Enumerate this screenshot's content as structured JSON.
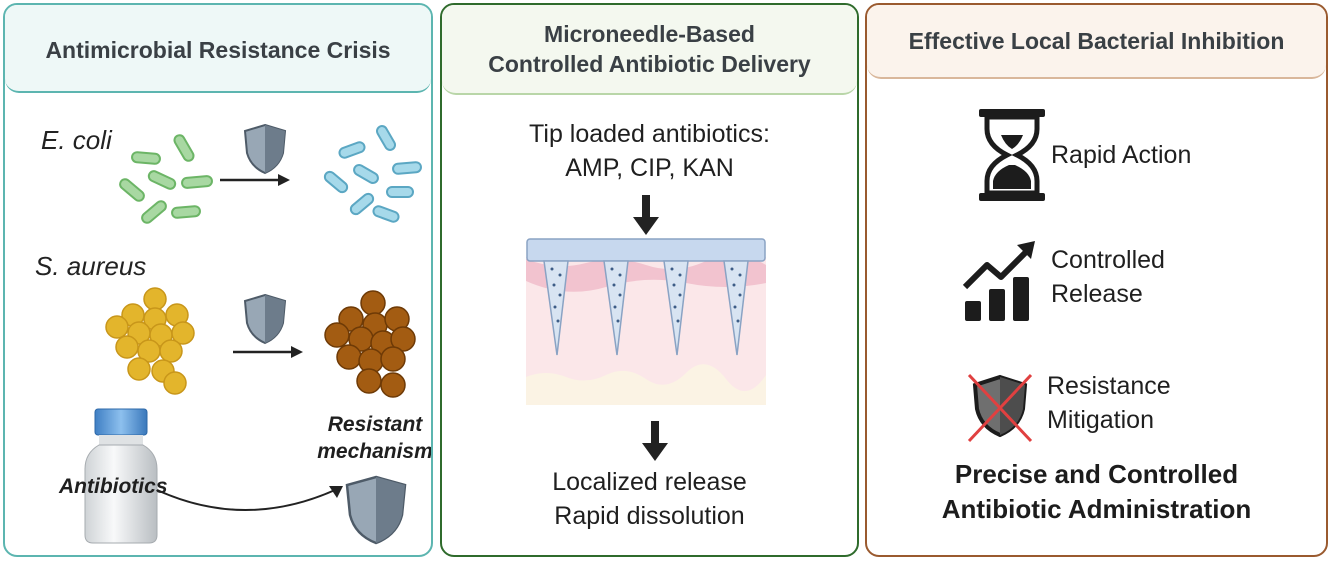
{
  "panel1": {
    "title": "Antimicrobial Resistance Crisis",
    "species_1": "E. coli",
    "species_2": "S. aureus",
    "antibiotics_label": "Antibiotics",
    "resistant_label": "Resistant\nmechanism"
  },
  "panel2": {
    "title": "Microneedle-Based\nControlled Antibiotic Delivery",
    "tip_text": "Tip loaded antibiotics:\nAMP, CIP, KAN",
    "release_text": "Localized release\nRapid dissolution"
  },
  "panel3": {
    "title": "Effective Local Bacterial Inhibition",
    "feature_1": "Rapid Action",
    "feature_2": "Controlled\nRelease",
    "feature_3": "Resistance\nMitigation",
    "conclusion": "Precise and Controlled\nAntibiotic Administration"
  },
  "colors": {
    "panel1_border": "#5cb5b0",
    "panel2_border": "#2f6b2c",
    "panel3_border": "#9a5a2f",
    "ecoli_green": "#8fca8a",
    "ecoli_resistant_blue": "#92cce0",
    "saureus_yellow": "#e3b52c",
    "saureus_resistant_brown": "#a05a10"
  },
  "icons": [
    "shield-icon",
    "arrow-right-icon",
    "antibiotic-bottle-icon",
    "hourglass-icon",
    "chart-growth-icon",
    "crossed-shield-icon",
    "microneedle-patch-icon"
  ]
}
